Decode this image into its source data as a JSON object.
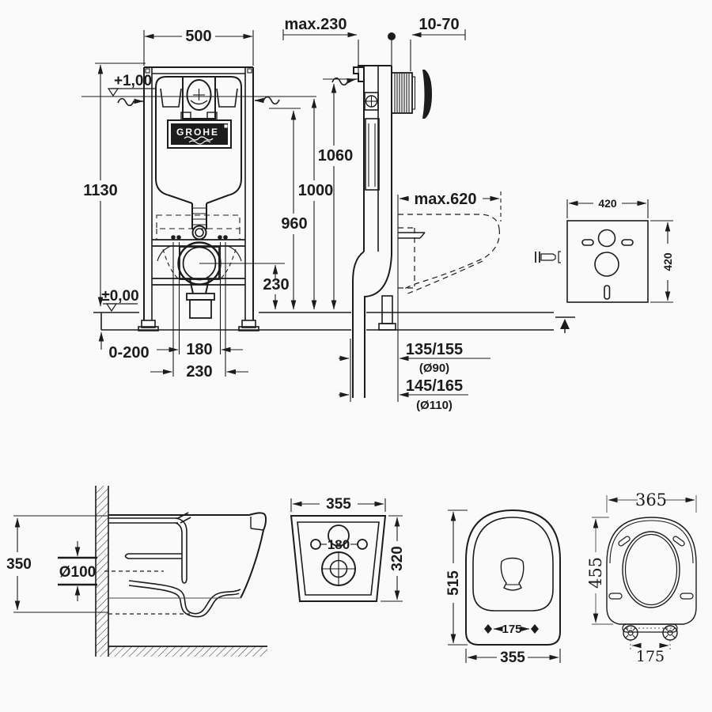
{
  "colors": {
    "line": "#1c1c1c",
    "background": "#fafafa",
    "plate_fill": "#151515"
  },
  "views": {
    "frame_front": {
      "width": "500",
      "height": "1130",
      "upper_datum": "+1,00",
      "lower_datum": "±0,00",
      "feet_range": "0-200",
      "bolt_spacing": "180",
      "outer_spacing": "230",
      "outlet_height": "230",
      "brand": "GROHE"
    },
    "frame_side": {
      "wall_distance": "max.230",
      "plate_depth": "10-70",
      "height_top": "1060",
      "height_datum": "1000",
      "height_cistern": "960",
      "bowl_depth": "max.620",
      "drain_a": "135/155",
      "drain_a_dia": "(Ø90)",
      "drain_b": "145/165",
      "drain_b_dia": "(Ø110)"
    },
    "sound_mat": {
      "width": "420",
      "height": "420"
    },
    "bowl_side": {
      "height": "350",
      "drain_dia": "Ø100"
    },
    "bowl_rear": {
      "width": "355",
      "bolt_spacing": "180",
      "height": "320"
    },
    "bowl_bottom": {
      "depth": "515",
      "fixing_spacing": "175",
      "width": "355"
    },
    "seat_top": {
      "width": "365",
      "depth": "455",
      "hinge_spacing": "175"
    }
  }
}
